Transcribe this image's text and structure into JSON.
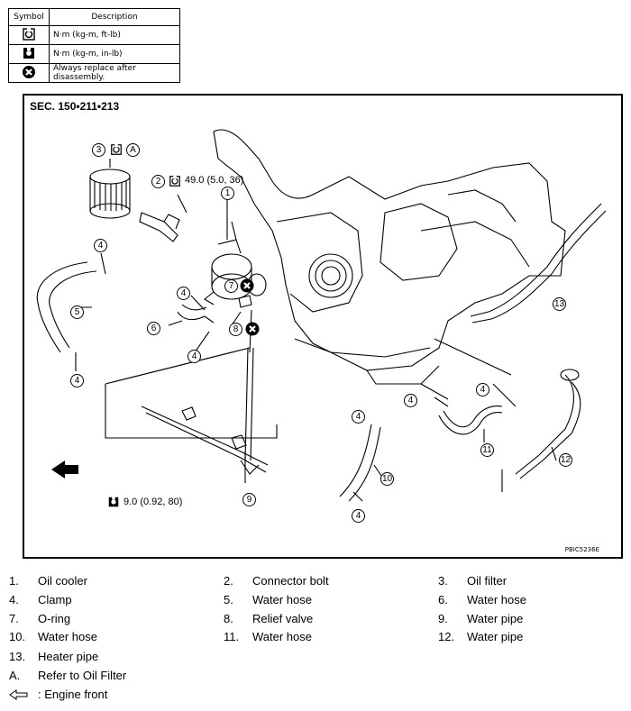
{
  "legend": {
    "header": {
      "symbol": "Symbol",
      "description": "Description"
    },
    "rows": [
      {
        "icon": "torque-ft-lb-icon",
        "description": "N·m (kg-m, ft-lb)"
      },
      {
        "icon": "torque-in-lb-icon",
        "description": "N·m (kg-m, in-lb)"
      },
      {
        "icon": "replace-x-icon",
        "description": "Always replace after disassembly."
      }
    ]
  },
  "diagram": {
    "section": "SEC. 150•211•213",
    "image_code": "PBIC5236E",
    "callouts": {
      "c1": "1",
      "c2": "2",
      "c3": "3",
      "c4": "4",
      "c5": "5",
      "c6": "6",
      "c7": "7",
      "c8": "8",
      "c9": "9",
      "c10": "10",
      "c11": "11",
      "c12": "12",
      "c13": "13",
      "cA": "A"
    },
    "torque_connector_bolt": "49.0 (5.0, 36)",
    "torque_pipe_bolt": "9.0 (0.92, 80)"
  },
  "parts": [
    {
      "num": "1.",
      "name": "Oil cooler"
    },
    {
      "num": "2.",
      "name": "Connector bolt"
    },
    {
      "num": "3.",
      "name": "Oil filter"
    },
    {
      "num": "4.",
      "name": "Clamp"
    },
    {
      "num": "5.",
      "name": "Water hose"
    },
    {
      "num": "6.",
      "name": "Water hose"
    },
    {
      "num": "7.",
      "name": "O-ring"
    },
    {
      "num": "8.",
      "name": "Relief valve"
    },
    {
      "num": "9.",
      "name": "Water pipe"
    },
    {
      "num": "10.",
      "name": "Water hose"
    },
    {
      "num": "11.",
      "name": "Water hose"
    },
    {
      "num": "12.",
      "name": "Water pipe"
    },
    {
      "num": "13.",
      "name": "Heater pipe"
    },
    {
      "num": "A.",
      "name": "Refer to  Oil Filter"
    },
    {
      "num": "",
      "name": ": Engine front",
      "icon": "engine-front-arrow-icon"
    }
  ]
}
